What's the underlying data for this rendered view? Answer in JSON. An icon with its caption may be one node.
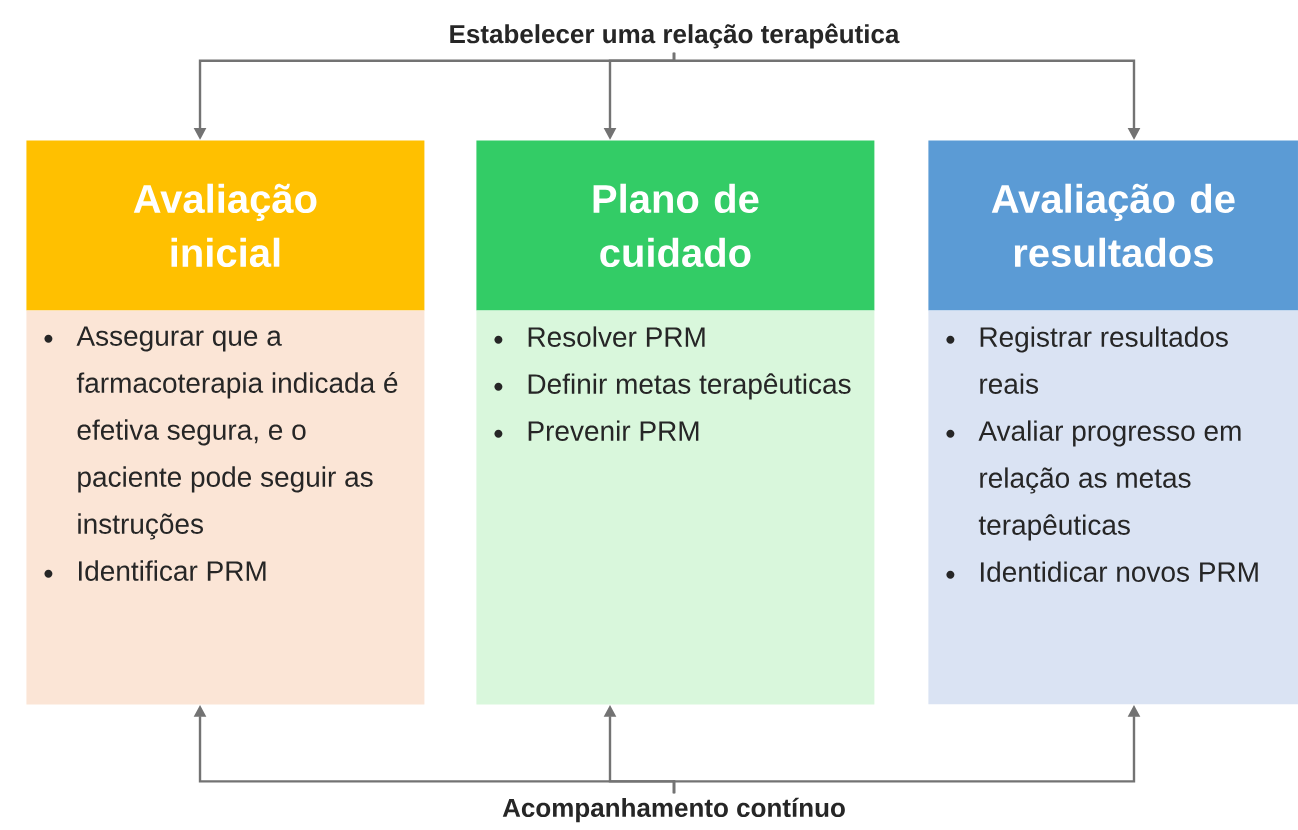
{
  "diagram": {
    "nodes": [
      {
        "text": [
          "Estabelecer uma relação terapêutica"
        ]
      },
      {
        "text": [
          "Avaliação inicial"
        ]
      },
      {
        "text": [
          "Assegurar que a farmacoterapia indicada é efetiva segura, e o paciente pode seguir as instruções",
          "Identificar PRM"
        ]
      },
      {
        "text": [
          "Plano de cuidado"
        ]
      },
      {
        "text": [
          "Resolver PRM",
          "Definir metas terapêuticas",
          "Prevenir PRM"
        ]
      },
      {
        "text": [
          "Avaliação de resultados"
        ]
      },
      {
        "text": [
          "Registrar resultados reais",
          "Avaliar progresso em relação as metas terapêuticas",
          "Identidicar novos PRM"
        ]
      },
      {
        "text": [
          "Acompanhamento  contínuo"
        ]
      }
    ],
    "edges": [
      {
        "from": 0,
        "to": 1,
        "arrow": "to"
      },
      {
        "from": 0,
        "to": 3,
        "arrow": "to"
      },
      {
        "from": 0,
        "to": 5,
        "arrow": "to"
      },
      {
        "from": 7,
        "to": 2,
        "arrow": "to"
      },
      {
        "from": 7,
        "to": 4,
        "arrow": "to"
      },
      {
        "from": 7,
        "to": 6,
        "arrow": "to"
      }
    ]
  }
}
